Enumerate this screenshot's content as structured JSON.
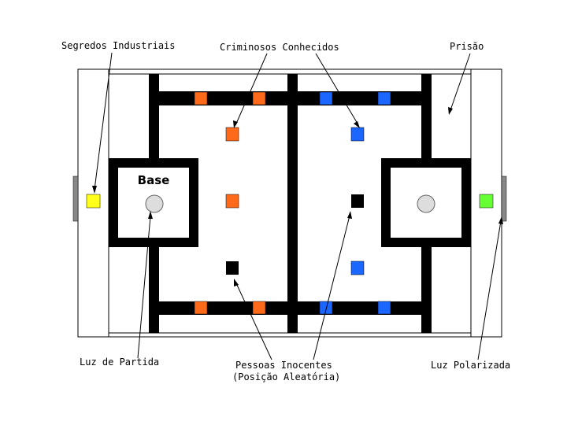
{
  "labels": {
    "trade_secrets": "Segredos Industriais",
    "known_criminals": "Criminosos Conhecidos",
    "prison": "Prisão",
    "start_light": "Luz de Partida",
    "innocents_line1": "Pessoas Inocentes",
    "innocents_line2": "(Posição Aleatória)",
    "polarized_light": "Luz Polarizada",
    "base": "Base"
  },
  "colors": {
    "criminal_orange": "#ff6a1a",
    "known_blue": "#1a66ff",
    "trade_secret_yellow": "#ffff1a",
    "polarized_green": "#66ff33",
    "start_light_gray": "#dddddd",
    "innocent_black": "#000000",
    "wall_gray": "#888888",
    "track_black": "#000000"
  }
}
